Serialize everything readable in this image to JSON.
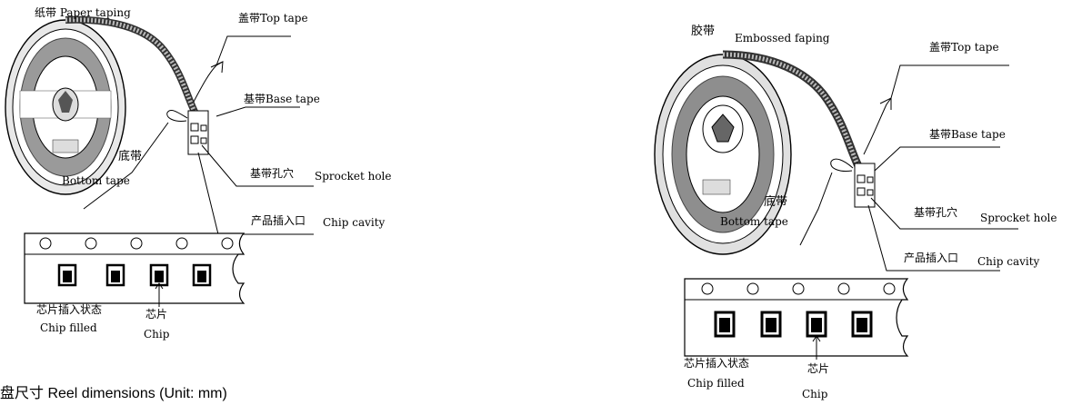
{
  "left": {
    "title": "纸带 Paper taping",
    "top_tape": "盖带Top tape",
    "base_tape": "基带Base tape",
    "bottom_cn": "底带",
    "bottom_en": "Bottom tape",
    "sprocket_cn": "基带孔穴",
    "sprocket_en": "Sprocket hole",
    "cavity_cn": "产品插入口",
    "cavity_en": "Chip cavity",
    "filled_cn": "芯片插入状态",
    "filled_en": "Chip filled",
    "chip_cn": "芯片",
    "chip_en": "Chip"
  },
  "right": {
    "title_cn": "胶带",
    "title_en": "Embossed faping",
    "top_tape": "盖带Top tape",
    "base_tape": "基带Base tape",
    "bottom_cn": "底带",
    "bottom_en": "Bottom tape",
    "sprocket_cn": "基带孔穴",
    "sprocket_en": "Sprocket hole",
    "cavity_cn": "产品插入口",
    "cavity_en": "Chip cavity",
    "filled_cn": "芯片插入状态",
    "filled_en": "Chip filled",
    "chip_cn": "芯片",
    "chip_en": "Chip"
  },
  "caption": "盘尺寸 Reel dimensions (Unit: mm)"
}
